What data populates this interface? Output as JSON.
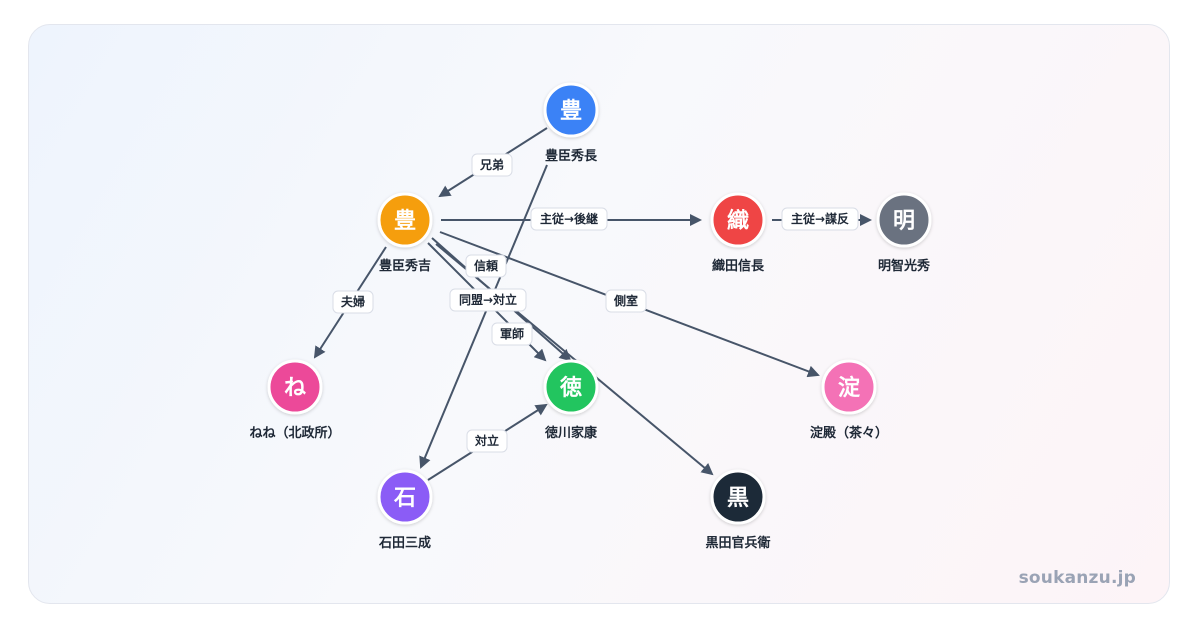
{
  "watermark": "soukanzu.jp",
  "nodes": [
    {
      "id": "hidenaga",
      "glyph": "豊",
      "name": "豊臣秀長",
      "color": "#3b82f6"
    },
    {
      "id": "hideyoshi",
      "glyph": "豊",
      "name": "豊臣秀吉",
      "color": "#f59e0b"
    },
    {
      "id": "nobunaga",
      "glyph": "織",
      "name": "織田信長",
      "color": "#ef4444"
    },
    {
      "id": "mitsuhide",
      "glyph": "明",
      "name": "明智光秀",
      "color": "#6b7280"
    },
    {
      "id": "nene",
      "glyph": "ね",
      "name": "ねね（北政所）",
      "color": "#ec4899"
    },
    {
      "id": "ieyasu",
      "glyph": "徳",
      "name": "徳川家康",
      "color": "#22c55e"
    },
    {
      "id": "yodo",
      "glyph": "淀",
      "name": "淀殿（茶々）",
      "color": "#f472b6"
    },
    {
      "id": "mitsunari",
      "glyph": "石",
      "name": "石田三成",
      "color": "#8b5cf6"
    },
    {
      "id": "kuroda",
      "glyph": "黒",
      "name": "黒田官兵衛",
      "color": "#1f2937"
    }
  ],
  "edges": [
    {
      "from": "hidenaga",
      "to": "hideyoshi",
      "label": "兄弟"
    },
    {
      "from": "hidenaga",
      "to": "mitsunari",
      "label": ""
    },
    {
      "from": "hideyoshi",
      "to": "nobunaga",
      "label": "主従→後継"
    },
    {
      "from": "nobunaga",
      "to": "mitsuhide",
      "label": "主従→謀反"
    },
    {
      "from": "hideyoshi",
      "to": "nene",
      "label": "夫婦"
    },
    {
      "from": "hideyoshi",
      "to": "ieyasu",
      "label": "同盟→対立"
    },
    {
      "from": "hideyoshi",
      "to": "yodo",
      "label": "側室"
    },
    {
      "from": "hideyoshi",
      "to": "kuroda",
      "label": "軍師"
    },
    {
      "from": "hideyoshi",
      "to": "ieyasu",
      "label": "信頼"
    },
    {
      "from": "mitsunari",
      "to": "ieyasu",
      "label": "対立"
    }
  ]
}
